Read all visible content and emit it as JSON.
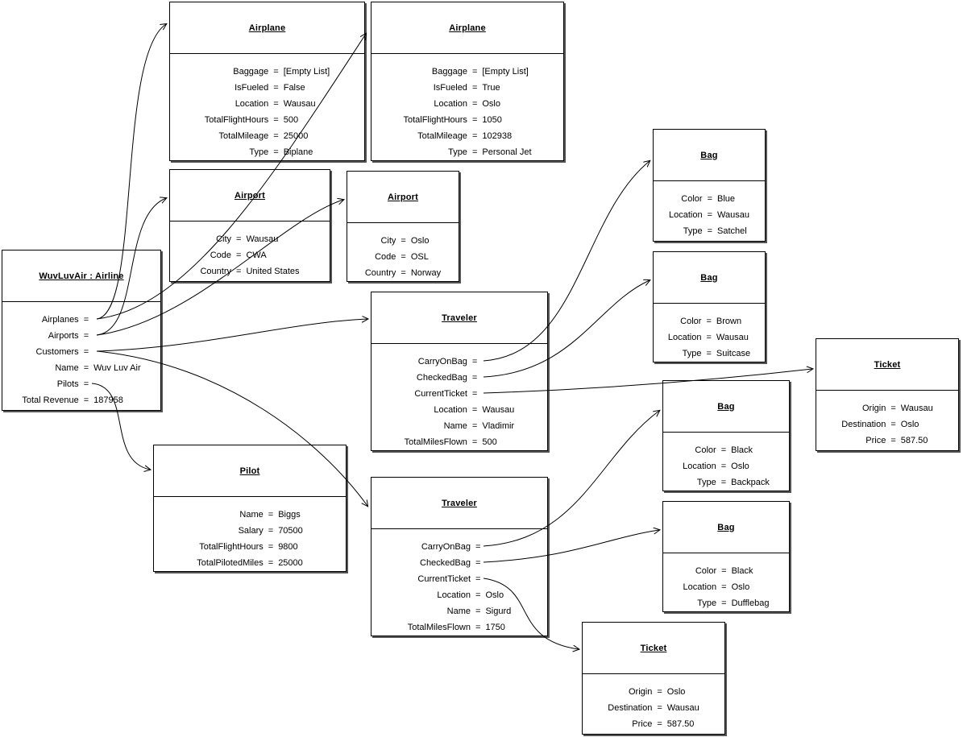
{
  "diagram": {
    "eq": "=",
    "nodes": [
      {
        "id": "airplane-wausau",
        "title": "Airplane",
        "fields": [
          {
            "name": "Baggage",
            "value": "[Empty List]"
          },
          {
            "name": "IsFueled",
            "value": "False"
          },
          {
            "name": "Location",
            "value": "Wausau"
          },
          {
            "name": "TotalFlightHours",
            "value": "500"
          },
          {
            "name": "TotalMileage",
            "value": "25000"
          },
          {
            "name": "Type",
            "value": "Biplane"
          }
        ]
      },
      {
        "id": "airplane-oslo",
        "title": "Airplane",
        "fields": [
          {
            "name": "Baggage",
            "value": "[Empty List]"
          },
          {
            "name": "IsFueled",
            "value": "True"
          },
          {
            "name": "Location",
            "value": "Oslo"
          },
          {
            "name": "TotalFlightHours",
            "value": "1050"
          },
          {
            "name": "TotalMileage",
            "value": "102938"
          },
          {
            "name": "Type",
            "value": "Personal Jet"
          }
        ]
      },
      {
        "id": "airport-wausau",
        "title": "Airport",
        "fields": [
          {
            "name": "City",
            "value": "Wausau"
          },
          {
            "name": "Code",
            "value": "CWA"
          },
          {
            "name": "Country",
            "value": "United States"
          }
        ]
      },
      {
        "id": "airport-oslo",
        "title": "Airport",
        "fields": [
          {
            "name": "City",
            "value": "Oslo"
          },
          {
            "name": "Code",
            "value": "OSL"
          },
          {
            "name": "Country",
            "value": "Norway"
          }
        ]
      },
      {
        "id": "airline",
        "title": "WuvLuvAir : Airline",
        "fields": [
          {
            "name": "Airplanes",
            "value": ""
          },
          {
            "name": "Airports",
            "value": ""
          },
          {
            "name": "Customers",
            "value": ""
          },
          {
            "name": "Name",
            "value": "Wuv Luv Air"
          },
          {
            "name": "Pilots",
            "value": ""
          },
          {
            "name": "Total Revenue",
            "value": "187958"
          }
        ]
      },
      {
        "id": "bag-satchel",
        "title": "Bag",
        "fields": [
          {
            "name": "Color",
            "value": "Blue"
          },
          {
            "name": "Location",
            "value": "Wausau"
          },
          {
            "name": "Type",
            "value": "Satchel"
          }
        ]
      },
      {
        "id": "bag-suitcase",
        "title": "Bag",
        "fields": [
          {
            "name": "Color",
            "value": "Brown"
          },
          {
            "name": "Location",
            "value": "Wausau"
          },
          {
            "name": "Type",
            "value": "Suitcase"
          }
        ]
      },
      {
        "id": "traveler-vladimir",
        "title": "Traveler",
        "fields": [
          {
            "name": "CarryOnBag",
            "value": ""
          },
          {
            "name": "CheckedBag",
            "value": ""
          },
          {
            "name": "CurrentTicket",
            "value": ""
          },
          {
            "name": "Location",
            "value": "Wausau"
          },
          {
            "name": "Name",
            "value": "Vladimir"
          },
          {
            "name": "TotalMilesFlown",
            "value": "500"
          }
        ]
      },
      {
        "id": "ticket-wausau-oslo",
        "title": "Ticket",
        "fields": [
          {
            "name": "Origin",
            "value": "Wausau"
          },
          {
            "name": "Destination",
            "value": "Oslo"
          },
          {
            "name": "Price",
            "value": "587.50"
          }
        ]
      },
      {
        "id": "bag-backpack",
        "title": "Bag",
        "fields": [
          {
            "name": "Color",
            "value": "Black"
          },
          {
            "name": "Location",
            "value": "Oslo"
          },
          {
            "name": "Type",
            "value": "Backpack"
          }
        ]
      },
      {
        "id": "pilot-biggs",
        "title": "Pilot",
        "fields": [
          {
            "name": "Name",
            "value": "Biggs"
          },
          {
            "name": "Salary",
            "value": "70500"
          },
          {
            "name": "TotalFlightHours",
            "value": "9800"
          },
          {
            "name": "TotalPilotedMiles",
            "value": "25000"
          }
        ]
      },
      {
        "id": "traveler-sigurd",
        "title": "Traveler",
        "fields": [
          {
            "name": "CarryOnBag",
            "value": ""
          },
          {
            "name": "CheckedBag",
            "value": ""
          },
          {
            "name": "CurrentTicket",
            "value": ""
          },
          {
            "name": "Location",
            "value": "Oslo"
          },
          {
            "name": "Name",
            "value": "Sigurd"
          },
          {
            "name": "TotalMilesFlown",
            "value": "1750"
          }
        ]
      },
      {
        "id": "bag-dufflebag",
        "title": "Bag",
        "fields": [
          {
            "name": "Color",
            "value": "Black"
          },
          {
            "name": "Location",
            "value": "Oslo"
          },
          {
            "name": "Type",
            "value": "Dufflebag"
          }
        ]
      },
      {
        "id": "ticket-oslo-wausau",
        "title": "Ticket",
        "fields": [
          {
            "name": "Origin",
            "value": "Oslo"
          },
          {
            "name": "Destination",
            "value": "Wausau"
          },
          {
            "name": "Price",
            "value": "587.50"
          }
        ]
      }
    ],
    "edges": [
      {
        "from": "airline.Airplanes",
        "to": "airplane-wausau"
      },
      {
        "from": "airline.Airplanes",
        "to": "airplane-oslo"
      },
      {
        "from": "airline.Airports",
        "to": "airport-wausau"
      },
      {
        "from": "airline.Airports",
        "to": "airport-oslo"
      },
      {
        "from": "airline.Customers",
        "to": "traveler-vladimir"
      },
      {
        "from": "airline.Customers",
        "to": "traveler-sigurd"
      },
      {
        "from": "airline.Pilots",
        "to": "pilot-biggs"
      },
      {
        "from": "traveler-vladimir.CarryOnBag",
        "to": "bag-satchel"
      },
      {
        "from": "traveler-vladimir.CheckedBag",
        "to": "bag-suitcase"
      },
      {
        "from": "traveler-vladimir.CurrentTicket",
        "to": "ticket-wausau-oslo"
      },
      {
        "from": "traveler-sigurd.CarryOnBag",
        "to": "bag-backpack"
      },
      {
        "from": "traveler-sigurd.CheckedBag",
        "to": "bag-dufflebag"
      },
      {
        "from": "traveler-sigurd.CurrentTicket",
        "to": "ticket-oslo-wausau"
      }
    ]
  }
}
